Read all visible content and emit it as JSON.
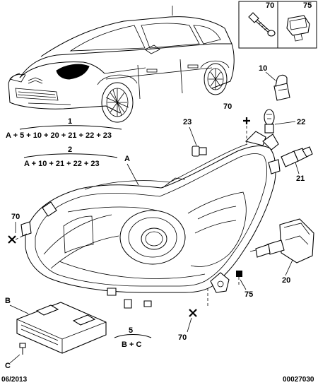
{
  "callouts": {
    "c70_top": "70",
    "c75_top": "75",
    "c10": "10",
    "c70_mid": "70",
    "c22": "22",
    "c23": "23",
    "cA": "A",
    "c21": "21",
    "c70_left": "70",
    "c20": "20",
    "c75_bot": "75",
    "cB": "B",
    "c70_bot": "70",
    "cC": "C"
  },
  "formulas": {
    "f1_num": "1",
    "f1_text": "A + 5 + 10 + 20 + 21 + 22 + 23",
    "f2_num": "2",
    "f2_text": "A + 10 + 21 + 22 + 23",
    "f5_num": "5",
    "f5_text": "B + C"
  },
  "footer": {
    "date": "06/2013",
    "ref": "00027030"
  }
}
